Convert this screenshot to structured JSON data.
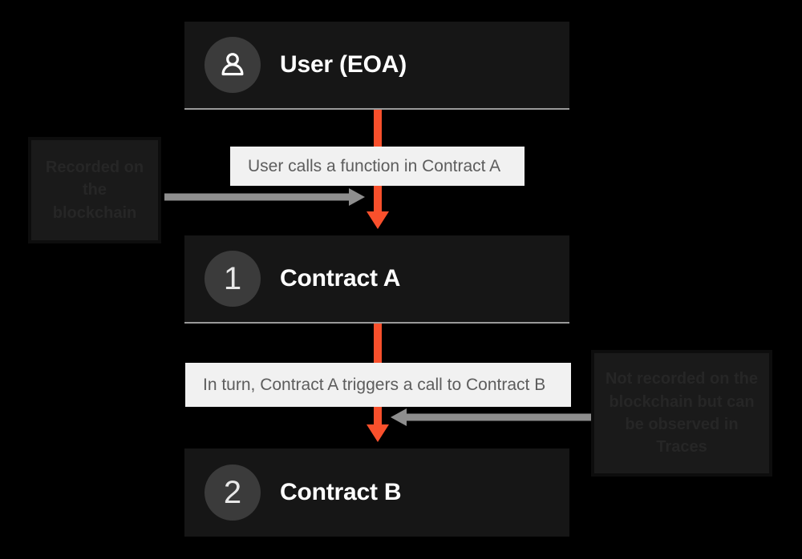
{
  "canvas": {
    "background": "#000000",
    "node_fill": "#161616",
    "caption_fill": "#f1f1f1",
    "accent_orange": "#f9502c",
    "arrow_gray": "#8e8e8e",
    "badge_fill": "#3b3b3b"
  },
  "nodes": [
    {
      "id": "user",
      "icon": "user-icon",
      "badge": "",
      "label": "User (EOA)"
    },
    {
      "id": "contract_a",
      "icon": "number-badge",
      "badge": "1",
      "label": "Contract A"
    },
    {
      "id": "contract_b",
      "icon": "number-badge",
      "badge": "2",
      "label": "Contract B"
    }
  ],
  "captions": [
    {
      "id": "caption_1",
      "text": "User calls a function in Contract A"
    },
    {
      "id": "caption_2",
      "text": "In turn, Contract A triggers a call to Contract B"
    }
  ],
  "annotations": [
    {
      "id": "annot_left",
      "text": "Recorded on the blockchain"
    },
    {
      "id": "annot_right",
      "text": "Not recorded on the blockchain but can be observed in Traces"
    }
  ]
}
